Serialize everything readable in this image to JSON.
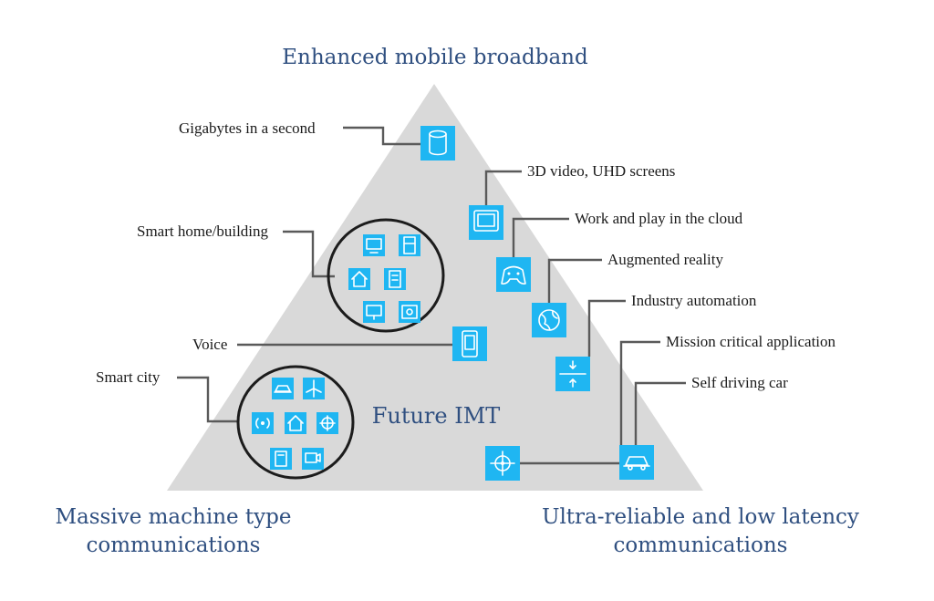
{
  "corners": {
    "top": "Enhanced mobile broadband",
    "bottom_left": "Massive machine type\ncommunications",
    "bottom_right": "Ultra-reliable and low latency\ncommunications"
  },
  "center_label": "Future IMT",
  "labels": {
    "gigabytes": "Gigabytes in a second",
    "video_3d": "3D video, UHD screens",
    "cloud": "Work and play in the cloud",
    "ar": "Augmented reality",
    "industry": "Industry automation",
    "mission": "Mission critical application",
    "self_driving": "Self driving car",
    "smart_home": "Smart home/building",
    "voice": "Voice",
    "smart_city": "Smart city"
  },
  "colors": {
    "triangle": "#d9d9d9",
    "tile": "#1fb6f2",
    "heading": "#2f4f80"
  },
  "icons": {
    "gigabytes": "database-icon",
    "video_3d": "monitor-icon",
    "cloud": "gamepad-icon",
    "ar": "globe-icon",
    "voice": "smartphone-icon",
    "industry": "arrows-converge-icon",
    "mission": "crosshair-icon",
    "self_driving": "car-icon"
  }
}
